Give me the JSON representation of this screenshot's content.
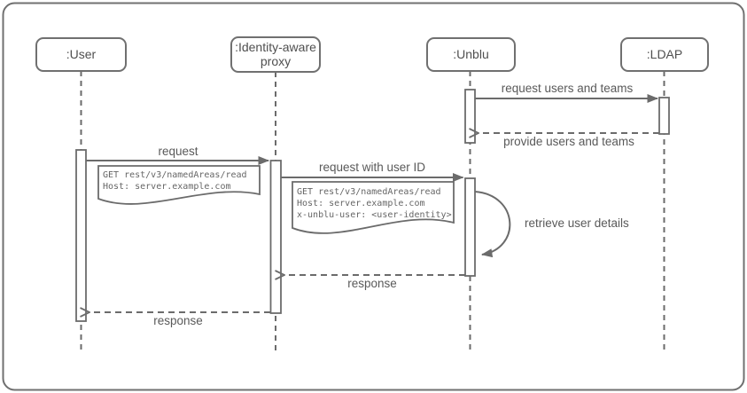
{
  "diagram": {
    "type": "uml-sequence-diagram",
    "colors": {
      "border": "#5c5c5c",
      "stroke": "#6b6b6b",
      "label_text": "#595959",
      "actor_text": "#4f4f4f",
      "note_text": "#666666",
      "background": "#ffffff"
    },
    "actors": [
      {
        "id": "user",
        "lines": [
          ":User"
        ]
      },
      {
        "id": "identity-aware-proxy",
        "lines": [
          ":Identity-aware",
          "proxy"
        ]
      },
      {
        "id": "unblu",
        "lines": [
          ":Unblu"
        ]
      },
      {
        "id": "ldap",
        "lines": [
          ":LDAP"
        ]
      }
    ],
    "messages": {
      "request_users_teams": "request users and teams",
      "provide_users_teams": "provide users and teams",
      "request": "request",
      "request_with_user_id": "request with user ID",
      "retrieve_user_details": "retrieve user details",
      "response_unblu_proxy": "response",
      "response_proxy_user": "response"
    },
    "notes": [
      {
        "lines": [
          "GET rest/v3/namedAreas/read",
          "Host: server.example.com"
        ]
      },
      {
        "lines": [
          "GET rest/v3/namedAreas/read",
          "Host: server.example.com",
          "x-unblu-user: <user-identity>"
        ]
      }
    ]
  }
}
